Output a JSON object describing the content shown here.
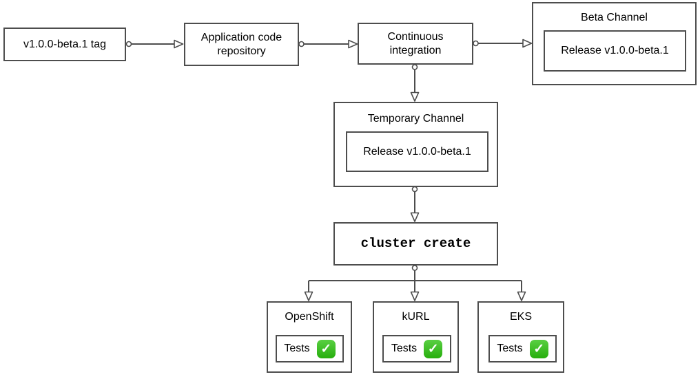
{
  "nodes": {
    "tag": {
      "label": "v1.0.0-beta.1 tag"
    },
    "app_repo": {
      "label": "Application code repository"
    },
    "ci": {
      "label": "Continuous integration"
    },
    "beta_channel": {
      "title": "Beta Channel",
      "release_label": "Release v1.0.0-beta.1"
    },
    "temp_channel": {
      "title": "Temporary Channel",
      "release_label": "Release v1.0.0-beta.1"
    },
    "cluster_create": {
      "label": "cluster create"
    },
    "openshift": {
      "title": "OpenShift",
      "tests_label": "Tests"
    },
    "kurl": {
      "title": "kURL",
      "tests_label": "Tests"
    },
    "eks": {
      "title": "EKS",
      "tests_label": "Tests"
    }
  },
  "icons": {
    "tests_passed_check": "✓"
  },
  "colors": {
    "canvas_bg": "#ffffff",
    "box_fill": "#ffffff",
    "box_border": "#4d4d4d",
    "connector": "#4d4d4d",
    "text": "#000000",
    "check_green": "#2bc20e",
    "check_mark_white": "#ffffff"
  }
}
